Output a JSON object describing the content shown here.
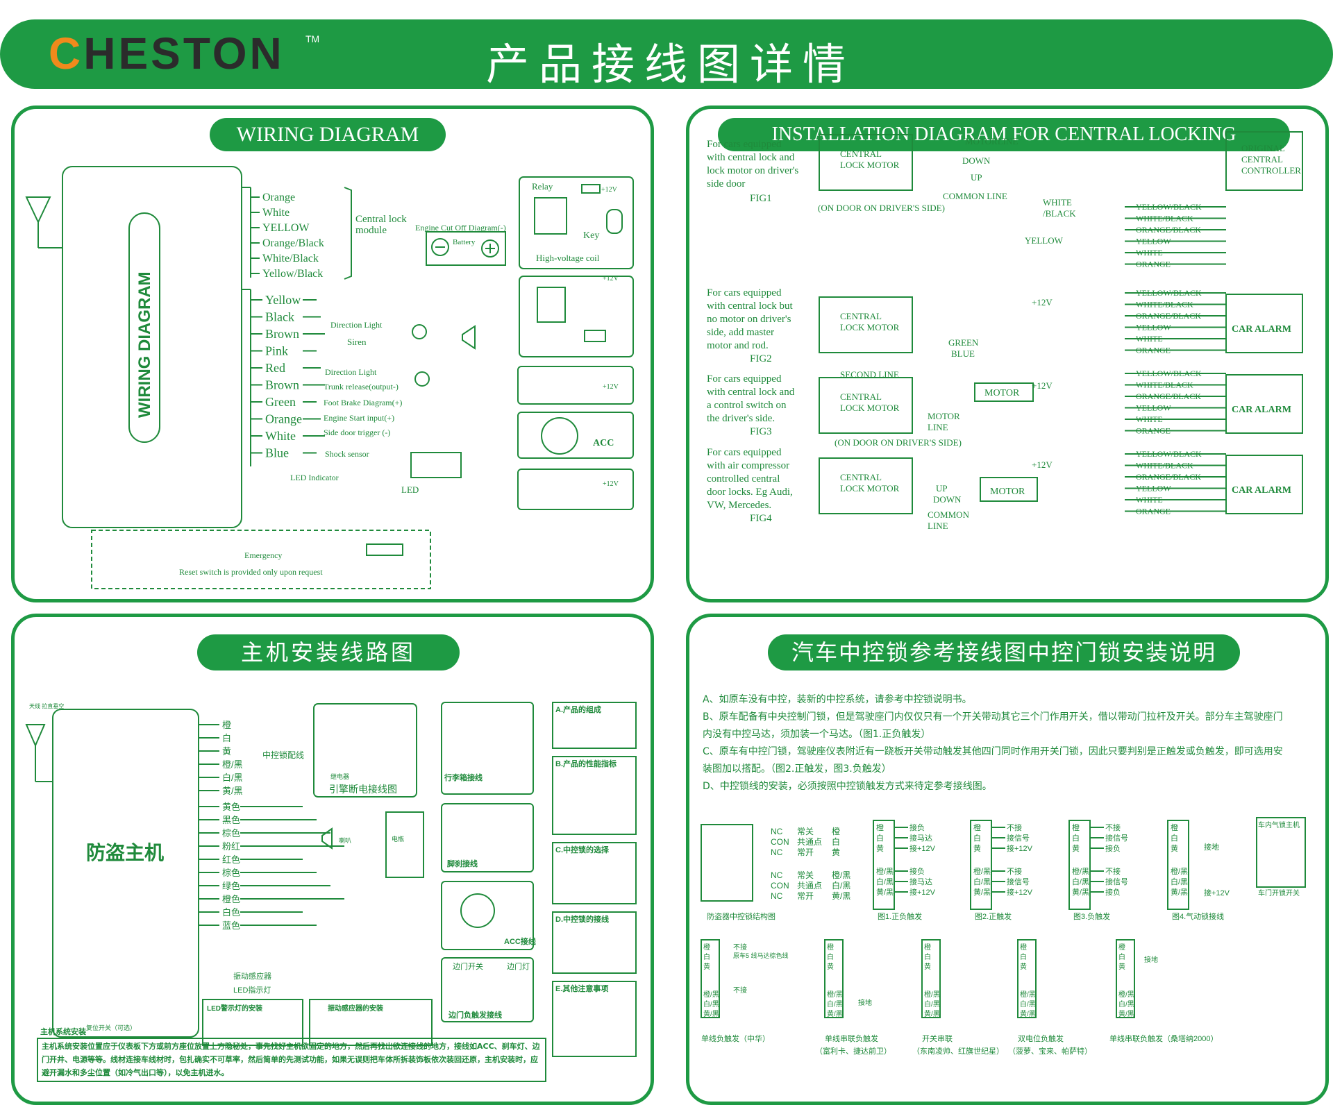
{
  "header": {
    "logo_text": "HESTON",
    "logo_initial": "C",
    "tm": "TM",
    "title": "产品接线图详情"
  },
  "wiring": {
    "title": "WIRING DIAGRAM",
    "vertical_label": "WIRING DIAGRAM",
    "central_wires": [
      "Orange",
      "White",
      "YELLOW",
      "Orange/Black",
      "White/Black",
      "Yellow/Black"
    ],
    "central_label": "Central lock\nmodule",
    "engine_cut": "Engine Cut Off Diagram(-)",
    "relay": "Relay",
    "plus12": "+12V",
    "key": "Key",
    "high_voltage": "High-voltage coil",
    "battery": "Battery",
    "main_wires": [
      "Yellow",
      "Black",
      "Brown",
      "Pink",
      "Red",
      "Brown",
      "Green",
      "Orange",
      "White",
      "Blue"
    ],
    "direction_light": "Direction Light",
    "siren": "Siren",
    "direction_light2": "Direction Light",
    "trunk": "Trunk release(output-)",
    "foot_brake": "Foot Brake Diagram(+)",
    "engine_start": "Engine Start input(+)",
    "side_door": "Side door trigger (-)",
    "acc": "ACC",
    "shock": "Shock sensor",
    "led_indicator": "LED Indicator",
    "led": "LED",
    "emergency": "Emergency",
    "reset_note": "Reset switch is provided only upon request"
  },
  "install": {
    "title": "INSTALLATION DIAGRAM FOR CENTRAL LOCKING",
    "fig1_desc": "For cars equipped\nwith central lock and\nlock motor on driver's\nside door",
    "fig1": "FIG1",
    "fig2_desc": "For cars equipped\nwith central lock but\nno motor on driver's\nside, add master\nmotor and rod.",
    "fig2": "FIG2",
    "fig3_desc": "For cars equipped\nwith central lock and\na control switch on\nthe driver's side.",
    "fig3": "FIG3",
    "fig4_desc": "For cars equipped\nwith air compressor\ncontrolled central\ndoor locks. Eg Audi,\nVW, Mercedes.",
    "fig4": "FIG4",
    "central_lock_motor": "CENTRAL\nLOCK MOTOR",
    "original": "ORIGINAL\nCENTRAL\nCONTROLLER",
    "motorline": "MOTORLINE",
    "down": "DOWN",
    "up": "UP",
    "common_line": "COMMON LINE",
    "on_door": "(ON DOOR ON DRIVER'S  SIDE)",
    "on_door3": "(ON DOOR ON DRIVER'S SIDE)",
    "white_black": "WHITE\n/BLACK",
    "yellow": "YELLOW",
    "alarm_wires": [
      "YELLOW/BLACK",
      "WHITE/BLACK",
      "ORANGE/BLACK",
      "YELLOW",
      "WHITE",
      "ORANGE"
    ],
    "car_alarm": "CAR ALARM",
    "plus12": "+12V",
    "green": "GREEN",
    "blue": "BLUE",
    "second_line": "SECOND LINE",
    "motor": "MOTOR",
    "motor_line": "MOTOR\nLINE",
    "up4": "UP",
    "down4": "DOWN",
    "common4": "COMMON\nLINE"
  },
  "host": {
    "title": "主机安装线路图",
    "antenna_label": "天线\n拉直垂空",
    "host_label": "防盗主机",
    "central_wires": [
      "橙",
      "白",
      "黄",
      "橙/黑",
      "白/黑",
      "黄/黑"
    ],
    "central_label": "中控锁配线",
    "main_wires": [
      "黄色",
      "黑色",
      "棕色",
      "粉红",
      "红色",
      "棕色",
      "绿色",
      "橙色",
      "白色",
      "蓝色"
    ],
    "relay": "继电器",
    "engine_cut": "引擎断电接线图",
    "horn": "喇叭",
    "battery": "电瓶",
    "trunk": "行李箱接线",
    "foot": "脚刹接线",
    "acc": "ACC接线",
    "door_sw": "边门开关",
    "door_lamp": "边门灯",
    "door_trigger": "边门负触发接线",
    "shock": "振动感应器",
    "led": "LED指示灯",
    "led_install": "LED警示灯的安装",
    "shock_install": "振动感应器的安装",
    "reset": "复位开关（可选）",
    "boxes": [
      "A.产品的组成",
      "B.产品的性能指标",
      "C.中控锁的选择",
      "D.中控锁的接线",
      "E.其他注意事项"
    ],
    "install_title": "主机系统安装",
    "install_text": "主机系统安装位置应于仪表板下方或前方座位放置上方隐秘处，事先找好主机欲固定的地方，然后再找出欲连接线的地方，接线如ACC、刹车灯、边门开井、电源等等。线材连接车线材时，包扎确实不可草率，然后简单的先测试功能，如果无误则把车体所拆装饰板依次装回还原，主机安装时，应避开漏水和多尘位置（如冷气出口等），以免主机进水。"
  },
  "lock": {
    "title": "汽车中控锁参考接线图中控门锁安装说明",
    "para_a": "A、如原车没有中控，装新的中控系统，请参考中控锁说明书。",
    "para_b": "B、原车配备有中央控制门锁，但是驾驶座门内仅仅只有一个开关带动其它三个门作用开关，借以带动门拉杆及开关。部分车主驾驶座门内没有中控马达，须加装一个马达。（图1.正负触发）",
    "para_c": "C、原车有中控门锁，驾驶座仪表附近有一跷板开关带动触发其他四门同时作用开关门锁，因此只要判别是正触发或负触发，即可选用安装图加以搭配。（图2.正触发，图3.负触发）",
    "para_d": "D、中控锁线的安装，必须按照中控锁触发方式来待定参考接线图。",
    "relay_labels": [
      "NC",
      "CON",
      "NC",
      "NC",
      "CON",
      "NC"
    ],
    "relay_desc": [
      "常关",
      "共通点",
      "常开",
      "常关",
      "共通点",
      "常开"
    ],
    "relay_colors": [
      "橙",
      "白",
      "黄",
      "橙/黑",
      "白/黑",
      "黄/黑"
    ],
    "struct_caption": "防盗器中控锁结构图",
    "fig_captions": [
      "图1.正负触发",
      "图2.正触发",
      "图3.负触发",
      "图4.气动锁接线"
    ],
    "wire_set": [
      "橙",
      "白",
      "黄",
      "橙/黑",
      "白/黑",
      "黄/黑"
    ],
    "fig1_labels": [
      "接负",
      "接马达",
      "接+12V",
      "接负",
      "接马达",
      "接+12V"
    ],
    "fig2_labels": [
      "不接",
      "接信号",
      "接+12V",
      "不接",
      "接信号",
      "接+12V"
    ],
    "fig3_labels": [
      "不接",
      "接信号",
      "接负",
      "不接",
      "接信号",
      "接负"
    ],
    "fig4_labels": [
      "接地",
      "接+12V"
    ],
    "fig4_box": "车内气锁主机",
    "fig4_switch": "车门开锁开关",
    "bottom_captions": [
      "单线负触发（中华）",
      "单线串联负触发",
      "开关串联",
      "双电位负触发",
      "单线串联负触发（桑塔纳2000）"
    ],
    "bottom_sub": [
      "",
      "（富利卡、捷达前卫）",
      "（东南凌帅、红旗世纪星）",
      "（菠萝、宝来、帕萨特）",
      ""
    ],
    "not_connect": "不接",
    "ground": "接地",
    "motor5": "原车5 线马达棕色线"
  }
}
